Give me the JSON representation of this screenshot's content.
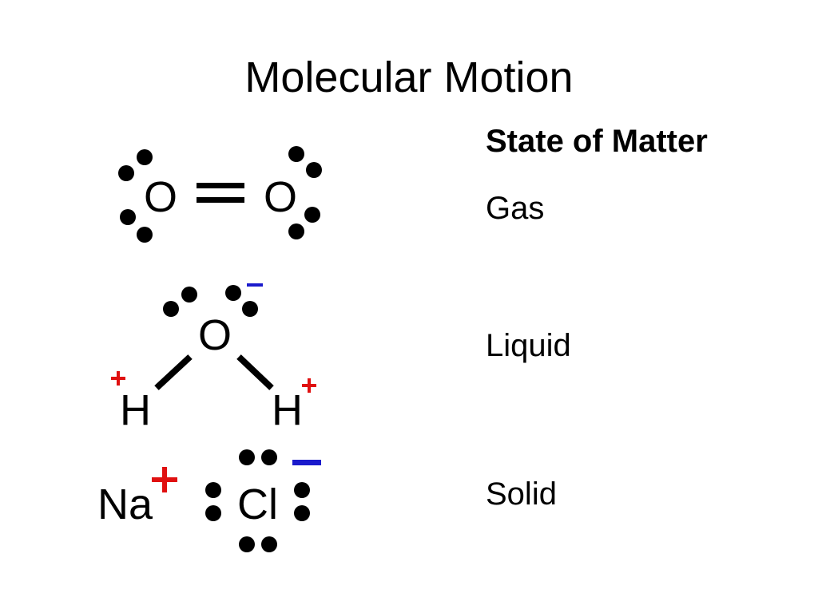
{
  "slide": {
    "title": "Molecular Motion",
    "state_header": "State of Matter",
    "states": [
      "Gas",
      "Liquid",
      "Solid"
    ]
  },
  "molecules": {
    "oxygen": {
      "atom_left": "O",
      "atom_right": "O"
    },
    "water": {
      "oxygen": "O",
      "hydrogen_left": "H",
      "hydrogen_right": "H"
    },
    "salt": {
      "cation": "Na",
      "anion": "Cl"
    }
  },
  "colors": {
    "positive_charge": "#e01010",
    "negative_charge": "#1a1acc",
    "ink": "#000000"
  }
}
